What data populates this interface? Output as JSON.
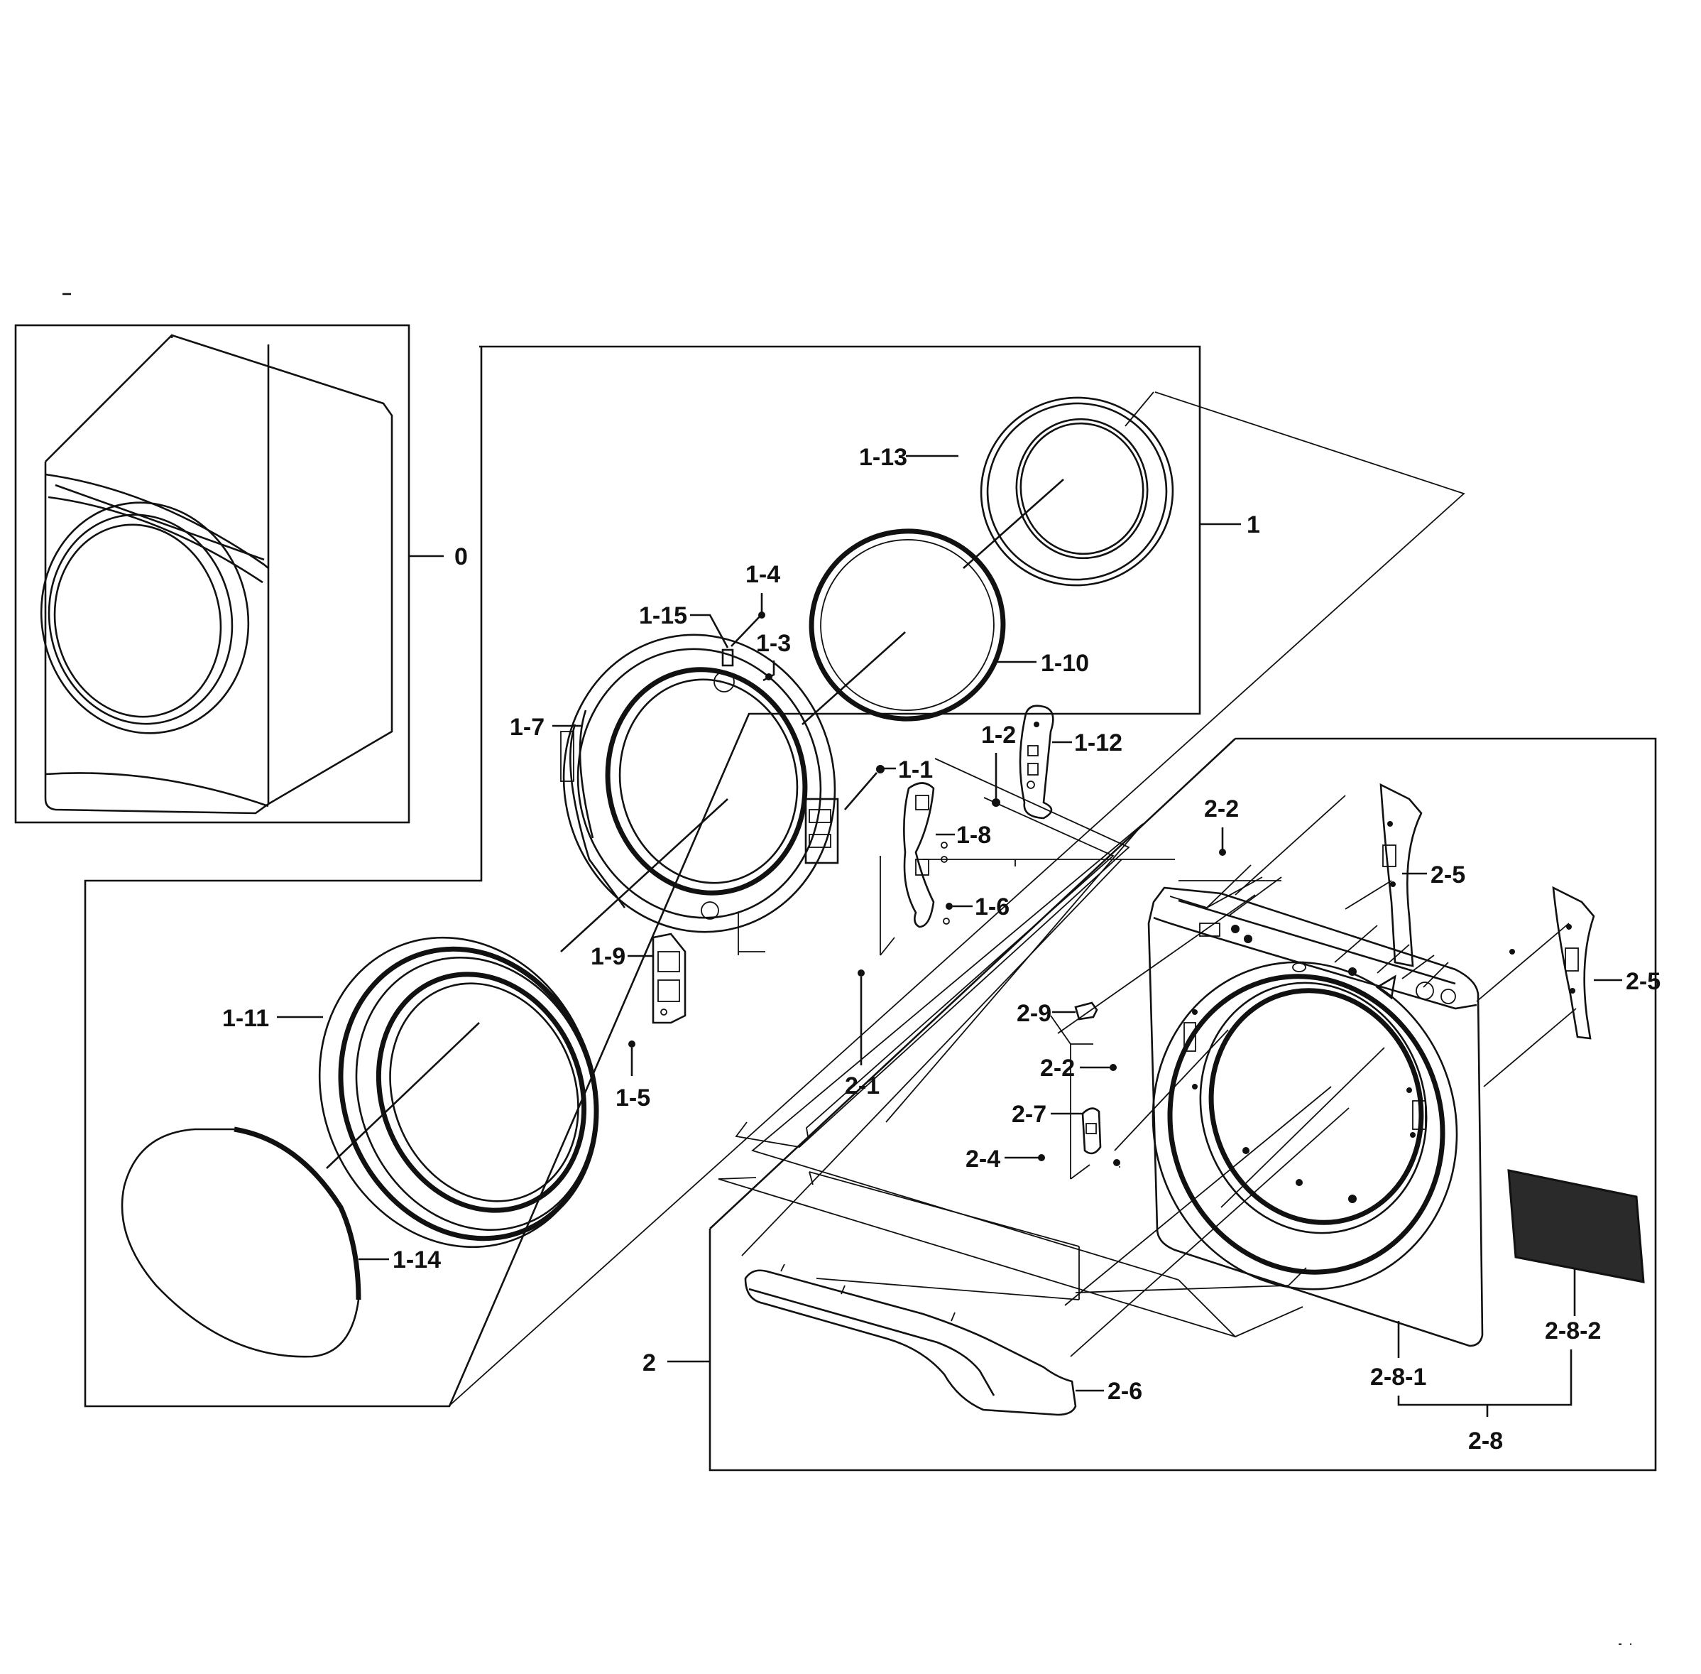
{
  "diagram": {
    "labels": {
      "p0": "0",
      "p1": "1",
      "p1_1": "1-1",
      "p1_2": "1-2",
      "p1_3": "1-3",
      "p1_4": "1-4",
      "p1_5": "1-5",
      "p1_6": "1-6",
      "p1_7": "1-7",
      "p1_8": "1-8",
      "p1_9": "1-9",
      "p1_10": "1-10",
      "p1_11": "1-11",
      "p1_12": "1-12",
      "p1_13": "1-13",
      "p1_14": "1-14",
      "p1_15": "1-15",
      "p2": "2",
      "p2_1": "2-1",
      "p2_2a": "2-2",
      "p2_2b": "2-2",
      "p2_4": "2-4",
      "p2_5a": "2-5",
      "p2_5b": "2-5",
      "p2_6": "2-6",
      "p2_7": "2-7",
      "p2_8": "2-8",
      "p2_8_1": "2-8-1",
      "p2_8_2": "2-8-2",
      "p2_9": "2-9"
    }
  }
}
